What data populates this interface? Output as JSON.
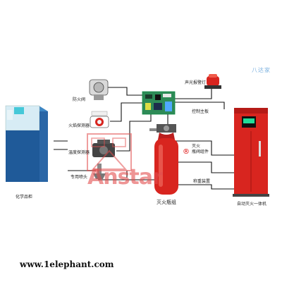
{
  "labels": {
    "fire_damper": "防火阀",
    "flame_detector": "火焰探测器",
    "temp_detector": "温度探测器",
    "nozzle": "专用喷头",
    "cabinet": "化学品柜",
    "bottle": "灭火瓶组",
    "alarm_light": "声光报警灯",
    "control_board": "控制主板",
    "bottle_valve_line1": "灭火",
    "bottle_valve_line2": "瓶阀组件",
    "weighing": "称重装置",
    "integrated_unit": "自动灭火一体机"
  },
  "watermark": {
    "brand": "Anstar",
    "registered": "®",
    "site": "www.1elephant.com",
    "corner": "八达家"
  },
  "colors": {
    "line": "#111111",
    "red": "#d8251f",
    "cabinet_blue": "#2f6fae",
    "cabinet_top": "#d7ecf5",
    "cabinet_panel": "#45c8d8",
    "watermark_red": "#e35050"
  },
  "icons": {
    "alarm": "alarm-light-icon",
    "board": "circuit-board-icon",
    "detector": "detector-icon",
    "damper": "fire-damper-icon"
  }
}
